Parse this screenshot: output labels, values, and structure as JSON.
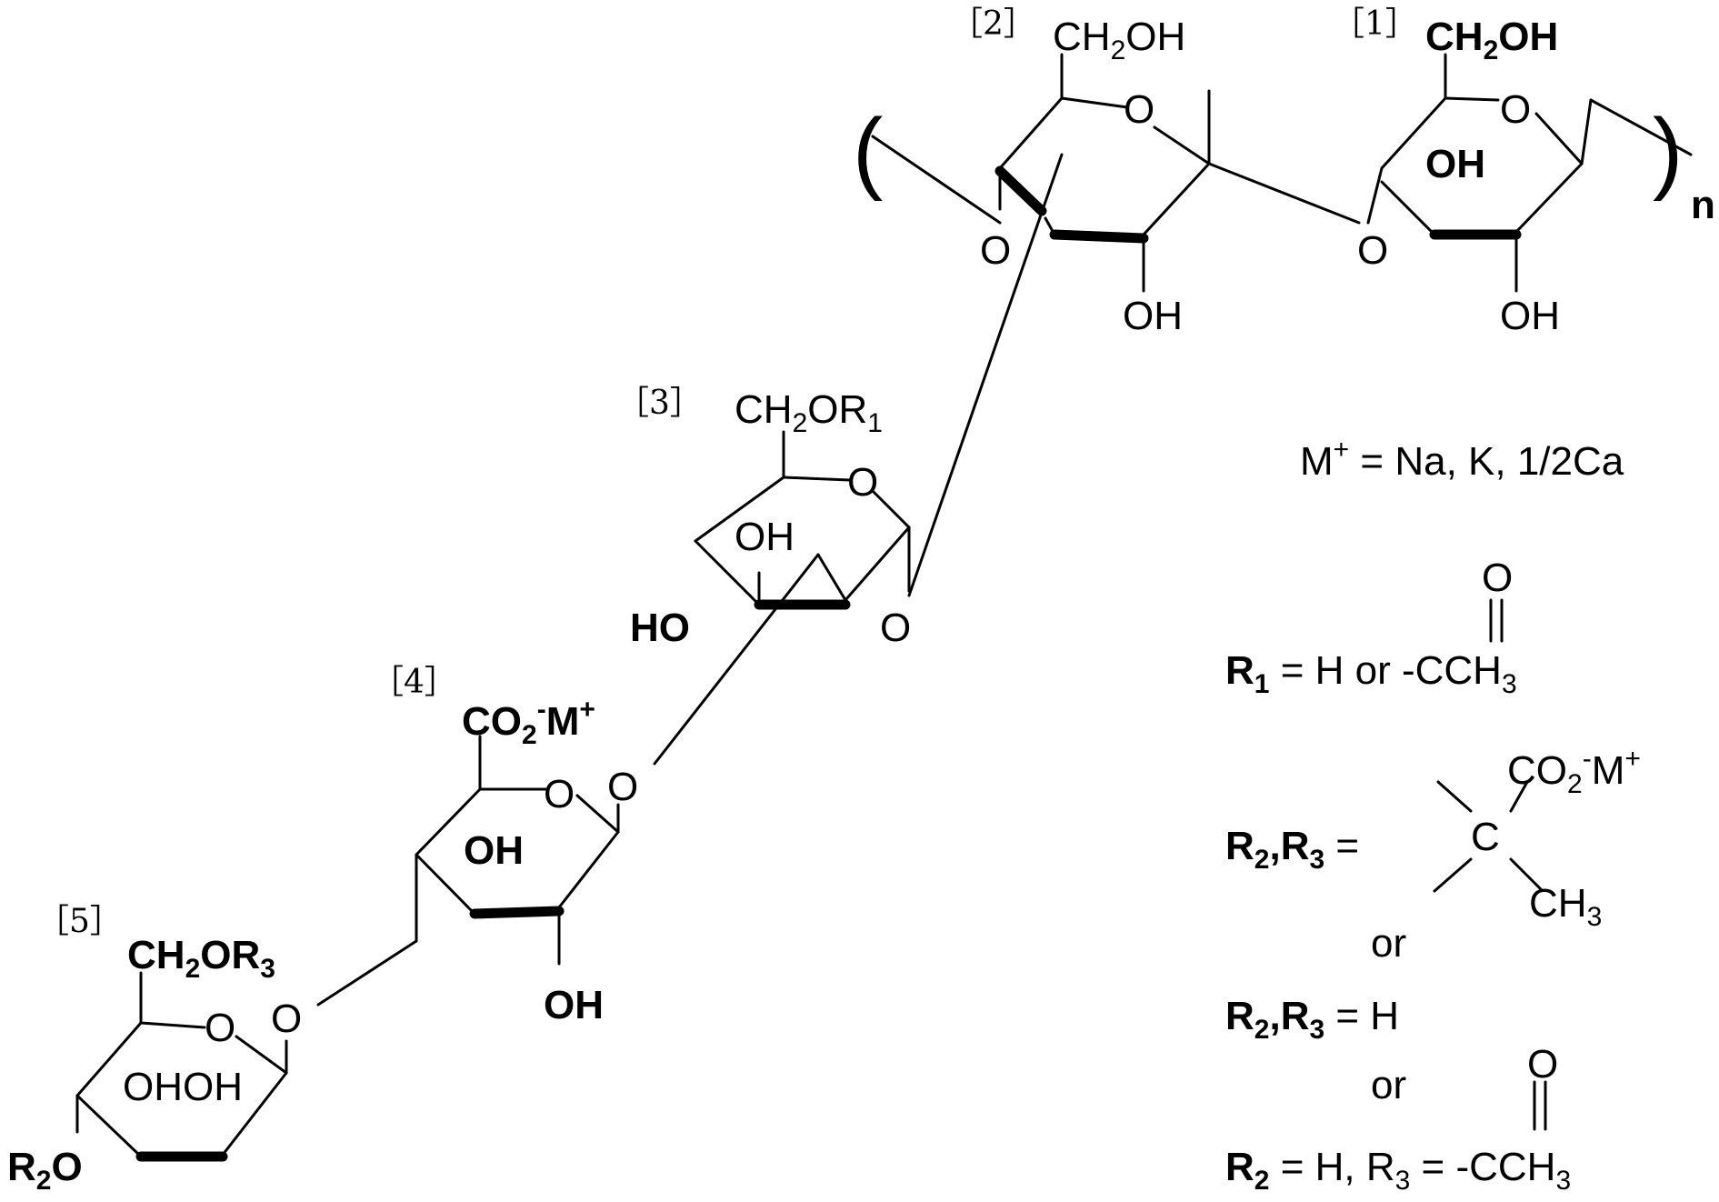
{
  "units": [
    {
      "tag": "［2］",
      "top_group": {
        "main": "CH",
        "sub": "2",
        "tail": "OH"
      },
      "ring_o": "O",
      "left_o": "O",
      "bottom": "OH"
    },
    {
      "tag": "［1］",
      "top_group": {
        "main": "CH",
        "sub": "2",
        "tail": "OH"
      },
      "ring_o": "O",
      "link_o": "O",
      "inner": "OH",
      "bottom": "OH"
    },
    {
      "tag": "［3］",
      "top_group": {
        "main": "CH",
        "sub": "2",
        "tail": "OR",
        "sub2": "1"
      },
      "ring_o": "O",
      "link_o": "O",
      "inner": "OH",
      "left": "HO"
    },
    {
      "tag": "［4］",
      "top_group": {
        "main": "CO",
        "sub": "2",
        "sup": "-",
        "tail": "M",
        "sup2": "+"
      },
      "ring_o": "O",
      "link_o": "O",
      "inner": "OH",
      "bottom": "OH"
    },
    {
      "tag": "［5］",
      "top_group": {
        "main": "CH",
        "sub": "2",
        "tail": "OR",
        "sub2": "3"
      },
      "ring_o": "O",
      "link_o": "O",
      "inner": "OHOH",
      "left": {
        "main": "R",
        "sub": "2",
        "tail": "O"
      }
    }
  ],
  "polymer": {
    "paren_open": "(",
    "paren_close": ")",
    "n": "n"
  },
  "legend": {
    "m_line": {
      "main": "M",
      "sup": "+",
      "tail": " = Na, K, 1/2Ca"
    },
    "r1": {
      "label": "R",
      "sub": "1",
      "eq": " = H or ",
      "acyl": "-CCH",
      "acyl_sub": "3",
      "o": "O"
    },
    "r23a": {
      "label": "R",
      "sub": "2",
      "comma": ",R",
      "sub2": "3",
      "eq": " =",
      "c": "C",
      "co2": "CO",
      "co2_sub": "2",
      "co2_sup": "-",
      "m": "M",
      "m_sup": "+",
      "ch3": "CH",
      "ch3_sub": "3"
    },
    "or1": "or",
    "r23b": {
      "label": "R",
      "sub": "2",
      "comma": ",R",
      "sub2": "3",
      "eq": " = H"
    },
    "or2": "or",
    "r2": {
      "label": "R",
      "sub": "2",
      "eq": " = H, R",
      "sub2": "3",
      "eq2": " = ",
      "acyl": "-CCH",
      "acyl_sub": "3",
      "o": "O"
    }
  }
}
